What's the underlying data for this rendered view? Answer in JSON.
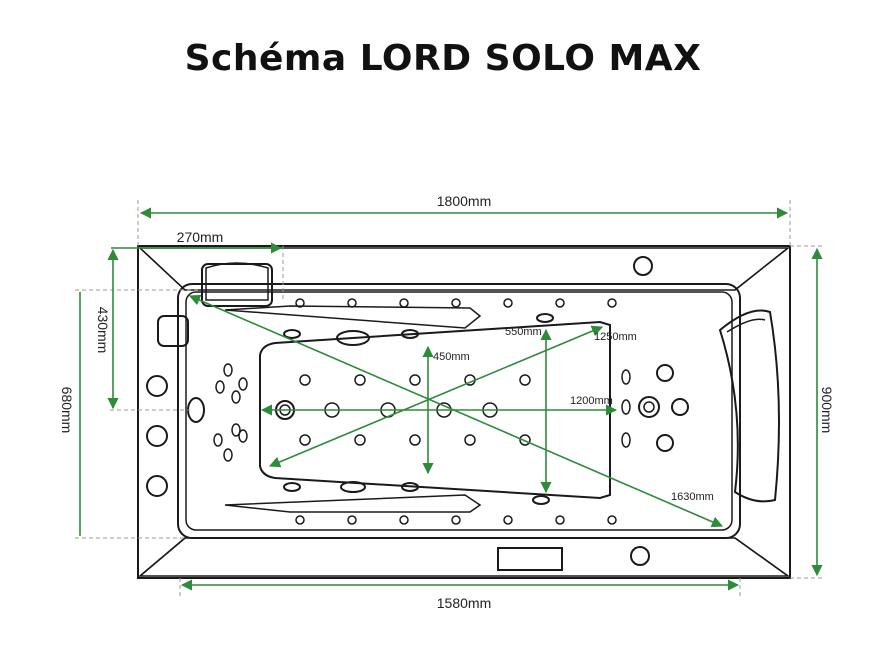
{
  "title": "Schéma LORD SOLO MAX",
  "dimensions": {
    "total_length": "1800mm",
    "headrest_offset": "270mm",
    "side_430": "430mm",
    "side_680": "680mm",
    "width_900": "900mm",
    "inner_length": "1580mm",
    "d_450": "450mm",
    "d_550": "550mm",
    "d_1250": "1250mm",
    "d_1200": "1200mm",
    "d_1630": "1630mm"
  },
  "colors": {
    "outline": "#1a1a1a",
    "dimension_line": "#2e8b3a",
    "guide_line": "#999999"
  }
}
